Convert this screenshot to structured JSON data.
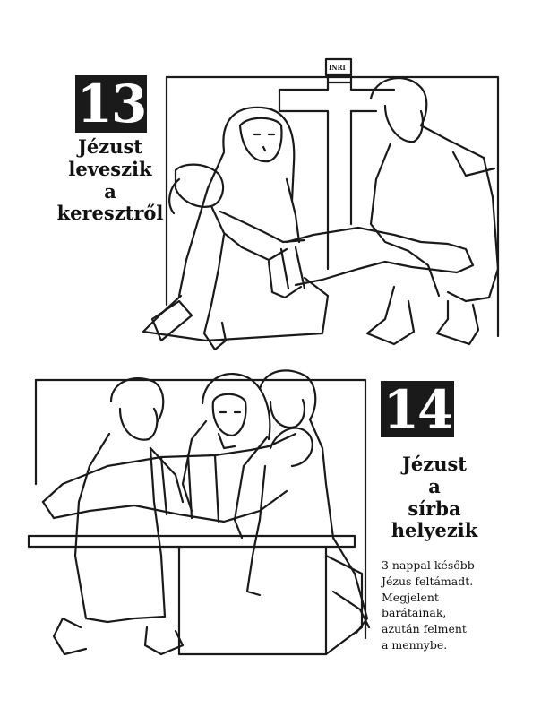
{
  "page": {
    "station13": {
      "number": "13",
      "title_lines": [
        "Jézust",
        "leveszik",
        "a",
        "keresztről"
      ],
      "inri": "INRI"
    },
    "station14": {
      "number": "14",
      "title_lines": [
        "Jézust",
        "a",
        "sírba",
        "helyezik"
      ]
    },
    "note_lines": [
      "3 nappal később",
      "Jézus feltámadt.",
      "Megjelent",
      "barátainak,",
      "azután felment",
      "a mennybe."
    ]
  },
  "colors": {
    "ink": "#1a1a1a",
    "paper": "#ffffff"
  }
}
